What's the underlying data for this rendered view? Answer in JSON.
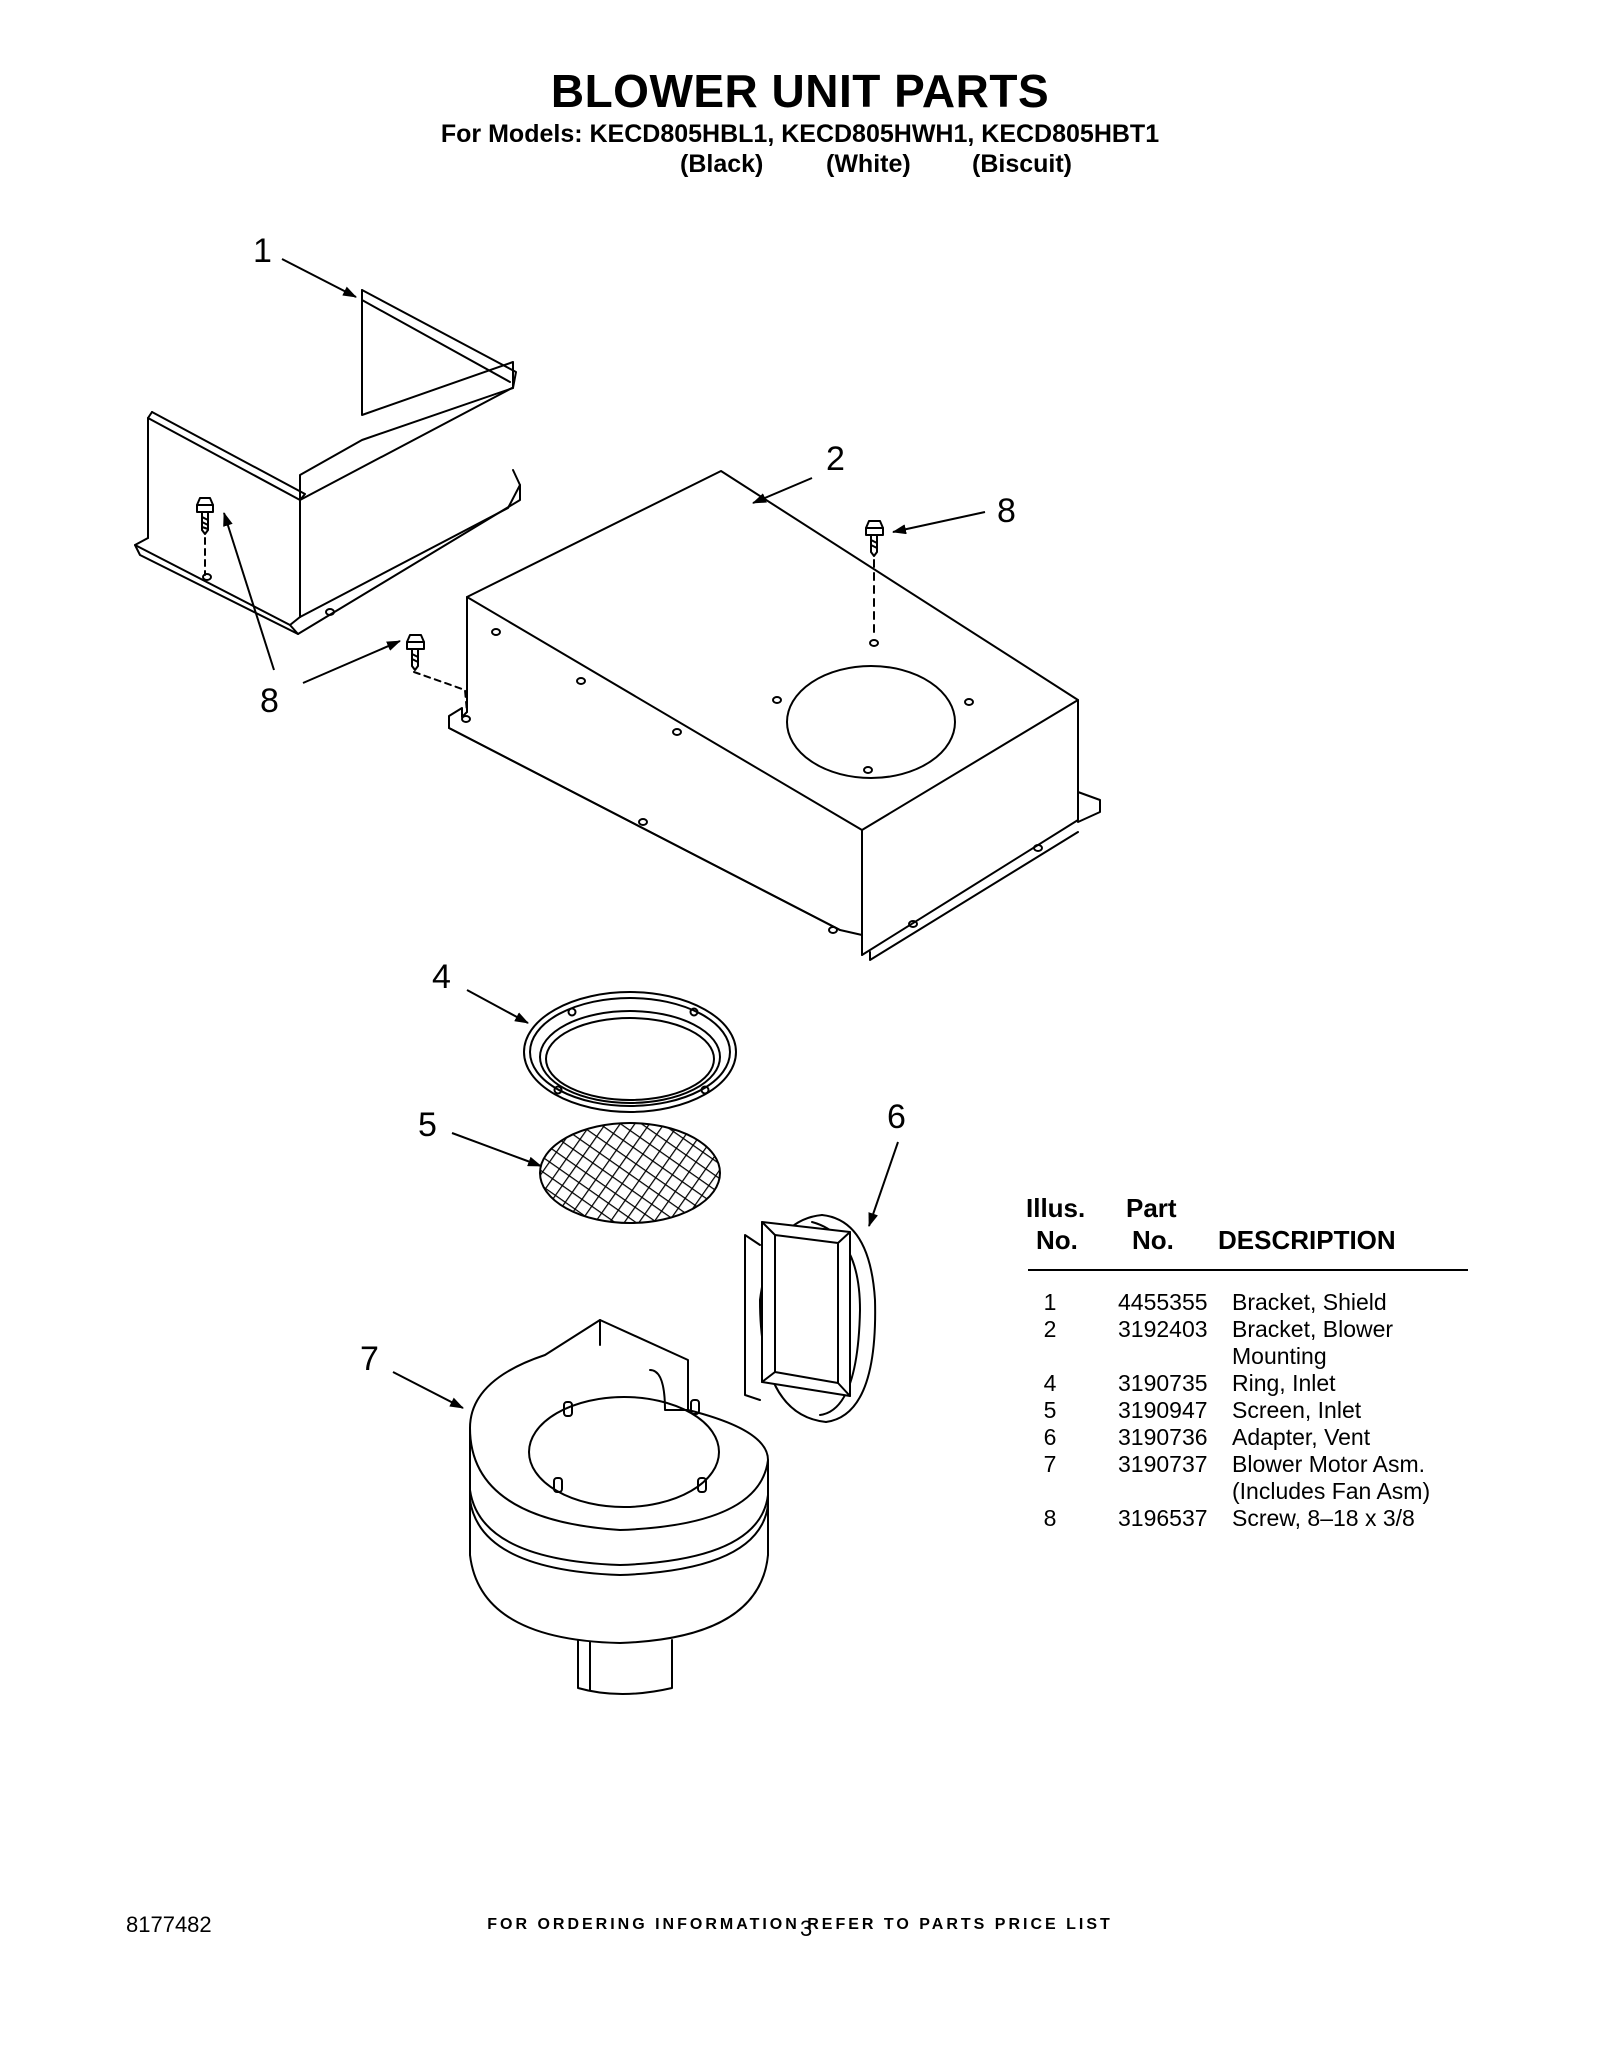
{
  "header": {
    "title": "BLOWER UNIT PARTS",
    "models": "For Models: KECD805HBL1, KECD805HWH1, KECD805HBT1",
    "colors": [
      "(Black)",
      "(White)",
      "(Biscuit)"
    ]
  },
  "diagram": {
    "callouts": [
      "1",
      "2",
      "8",
      "8",
      "4",
      "5",
      "6",
      "7"
    ]
  },
  "parts_table": {
    "headers": {
      "illus_top": "Illus.",
      "illus_bottom": "No.",
      "part_top": "Part",
      "part_bottom": "No.",
      "description": "DESCRIPTION"
    },
    "rows": [
      {
        "no": "1",
        "part": "4455355",
        "desc": "Bracket, Shield"
      },
      {
        "no": "2",
        "part": "3192403",
        "desc": "Bracket, Blower"
      },
      {
        "no": "",
        "part": "",
        "desc": "Mounting"
      },
      {
        "no": "4",
        "part": "3190735",
        "desc": "Ring, Inlet"
      },
      {
        "no": "5",
        "part": "3190947",
        "desc": "Screen, Inlet"
      },
      {
        "no": "6",
        "part": "3190736",
        "desc": "Adapter, Vent"
      },
      {
        "no": "7",
        "part": "3190737",
        "desc": "Blower Motor Asm."
      },
      {
        "no": "",
        "part": "",
        "desc": "(Includes Fan Asm)"
      },
      {
        "no": "8",
        "part": "3196537",
        "desc": "Screw, 8–18 x 3/8"
      }
    ]
  },
  "footer": {
    "ordering_note": "FOR ORDERING INFORMATION REFER TO PARTS PRICE LIST",
    "document_number": "8177482",
    "page_number": "3"
  }
}
